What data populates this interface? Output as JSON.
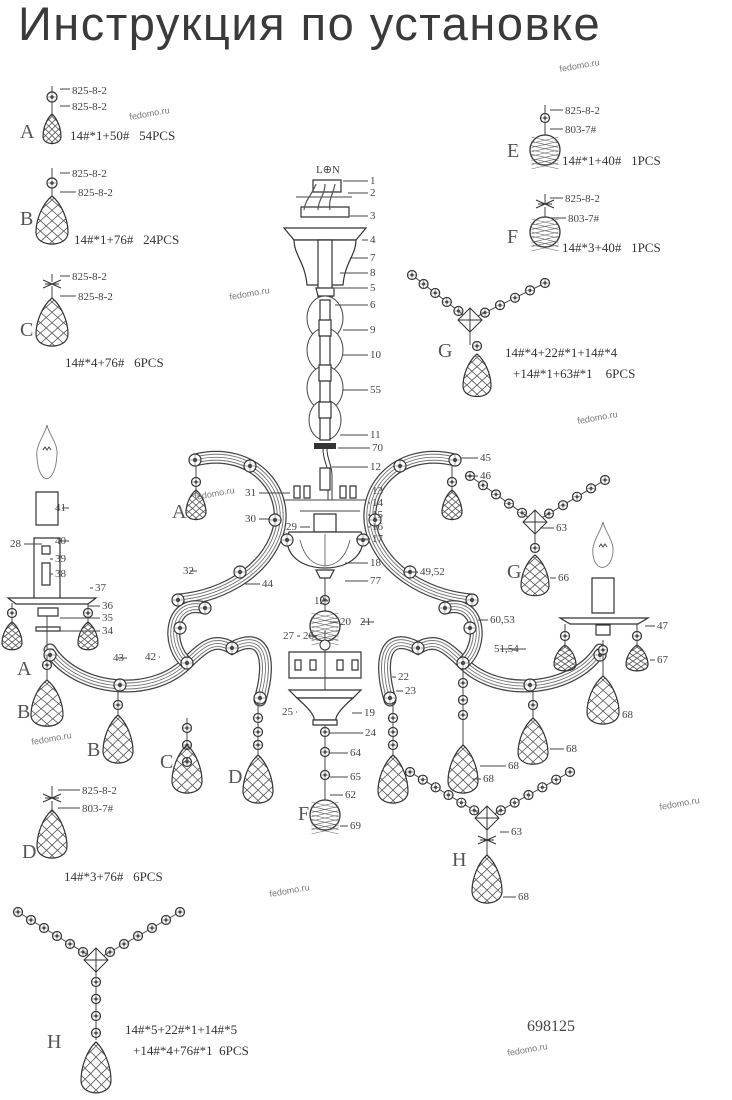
{
  "title": "Инструкция по установке",
  "model_number": "698125",
  "watermark": "fedomo.ru",
  "details": [
    {
      "letter": "A",
      "part_top": "825-8-2",
      "part_bottom": "825-8-2",
      "spec": "14#*1+50#   54PCS"
    },
    {
      "letter": "B",
      "part_top": "825-8-2",
      "part_bottom": "825-8-2",
      "spec": "14#*1+76#   24PCS"
    },
    {
      "letter": "C",
      "part_top": "825-8-2",
      "part_bottom": "825-8-2",
      "spec": "14#*4+76#   6PCS"
    },
    {
      "letter": "E",
      "part_top": "825-8-2",
      "part_bottom": "803-7#",
      "spec": "14#*1+40#   1PCS"
    },
    {
      "letter": "F",
      "part_top": "825-8-2",
      "part_bottom": "803-7#",
      "spec": "14#*3+40#   1PCS"
    },
    {
      "letter": "G",
      "spec_line1": "14#*4+22#*1+14#*4",
      "spec_line2": "+14#*1+63#*1    6PCS"
    },
    {
      "letter": "D",
      "part_top": "825-8-2",
      "part_bottom": "803-7#",
      "spec": "14#*3+76#   6PCS"
    },
    {
      "letter": "H",
      "spec_line1": "14#*5+22#*1+14#*5",
      "spec_line2": "+14#*4+76#*1  6PCS"
    }
  ],
  "wiring_label": "L⊕N",
  "callouts": [
    "1",
    "2",
    "3",
    "4",
    "7",
    "8",
    "5",
    "6",
    "9",
    "10",
    "55",
    "11",
    "70",
    "12",
    "13",
    "14",
    "15",
    "16",
    "17",
    "18",
    "77",
    "49,52",
    "45",
    "46",
    "63",
    "66",
    "47",
    "67",
    "60,53",
    "51,54",
    "22",
    "23",
    "19",
    "25",
    "24",
    "64",
    "65",
    "62",
    "69",
    "68",
    "68",
    "68",
    "68",
    "63",
    "68",
    "21",
    "20",
    "27",
    "26",
    "41",
    "40",
    "39",
    "38",
    "28",
    "37",
    "36",
    "35",
    "34",
    "43",
    "42",
    "32",
    "44",
    "31",
    "30",
    "29",
    "12"
  ],
  "diagram_letters": [
    "A",
    "A",
    "B",
    "B",
    "C",
    "D",
    "F",
    "G",
    "H",
    "G"
  ]
}
